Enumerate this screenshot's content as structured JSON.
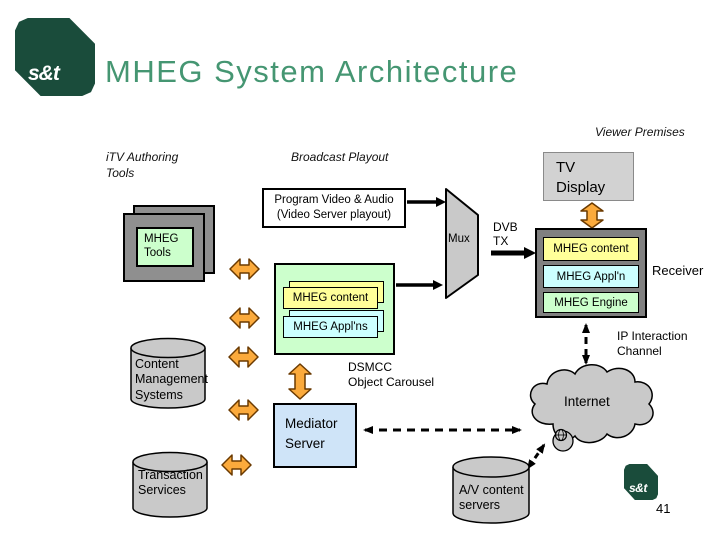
{
  "header": {
    "logo": "s&t",
    "title": "MHEG System Architecture"
  },
  "zones": {
    "viewer_premises": "Viewer Premises",
    "itv_authoring": "iTV Authoring\nTools",
    "broadcast_playout": "Broadcast Playout"
  },
  "nodes": {
    "tv_display": "TV\nDisplay",
    "program_playout": "Program Video & Audio\n(Video Server playout)",
    "mheg_tools": "MHEG\nTools",
    "mux": "Mux",
    "dvb_tx": "DVB\nTX",
    "receiver": {
      "label": "Receiver",
      "layers": [
        "MHEG content",
        "MHEG Appl'n",
        "MHEG Engine"
      ]
    },
    "carousel": {
      "mheg_content": "MHEG content",
      "mheg_applns": "MHEG Appl'ns",
      "caption": "DSMCC\nObject Carousel"
    },
    "ip_channel": "IP Interaction\nChannel",
    "internet": "Internet",
    "mediator_server": "Mediator\nServer",
    "content_mgmt": "Content\nManagement\nSystems",
    "transaction_services": "Transaction\nServices",
    "av_servers": "A/V content\nservers"
  },
  "footer": {
    "logo": "s&t",
    "page_number": "41"
  },
  "colors": {
    "title_green": "#459672",
    "logo_green": "#1a4c3b",
    "content_yellow": "#ffff99",
    "appln_cyan": "#ccffff",
    "engine_green": "#ccffcc",
    "box_gray": "#c9c9c9",
    "frame_dark_gray": "#808080",
    "mediator_blue": "#cfe4f8",
    "arrow_orange": "#fbaa3c"
  }
}
